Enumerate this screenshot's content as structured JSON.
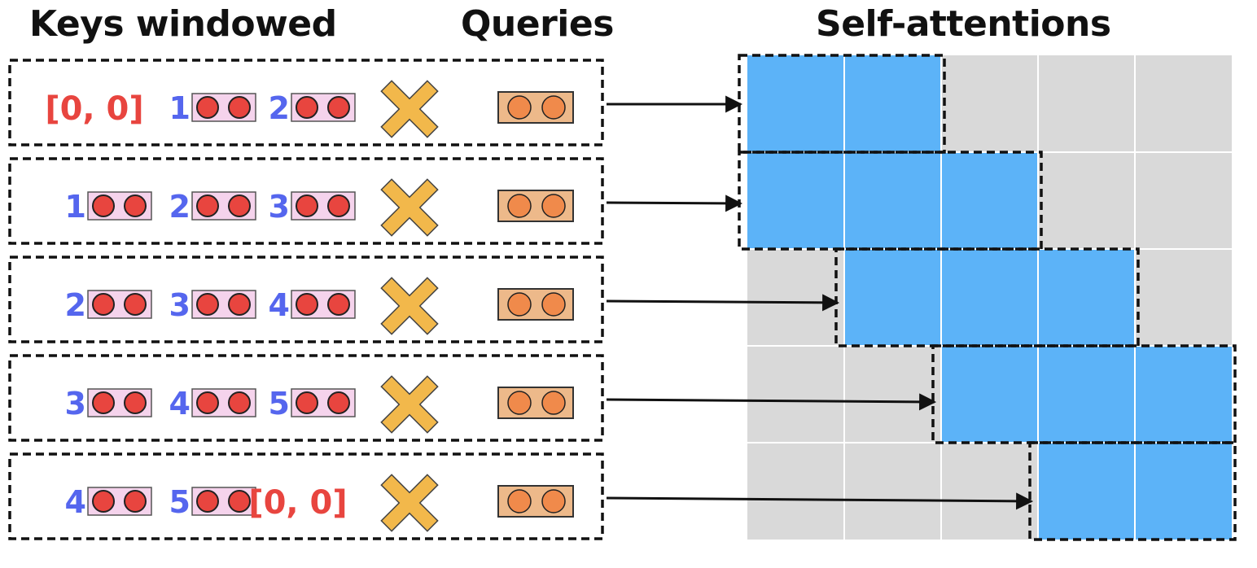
{
  "headings": {
    "keys": "Keys windowed",
    "queries": "Queries",
    "attn": "Self-attentions"
  },
  "rows": [
    {
      "tokens": [
        {
          "kind": "pad",
          "text": "[0, 0]"
        },
        {
          "kind": "key",
          "text": "1"
        },
        {
          "kind": "key",
          "text": "2"
        }
      ],
      "attn_start": 0,
      "attn_len": 2
    },
    {
      "tokens": [
        {
          "kind": "key",
          "text": "1"
        },
        {
          "kind": "key",
          "text": "2"
        },
        {
          "kind": "key",
          "text": "3"
        }
      ],
      "attn_start": 0,
      "attn_len": 3
    },
    {
      "tokens": [
        {
          "kind": "key",
          "text": "2"
        },
        {
          "kind": "key",
          "text": "3"
        },
        {
          "kind": "key",
          "text": "4"
        }
      ],
      "attn_start": 1,
      "attn_len": 3
    },
    {
      "tokens": [
        {
          "kind": "key",
          "text": "3"
        },
        {
          "kind": "key",
          "text": "4"
        },
        {
          "kind": "key",
          "text": "5"
        }
      ],
      "attn_start": 2,
      "attn_len": 3
    },
    {
      "tokens": [
        {
          "kind": "key",
          "text": "4"
        },
        {
          "kind": "key",
          "text": "5"
        },
        {
          "kind": "pad",
          "text": "[0, 0]"
        }
      ],
      "attn_start": 3,
      "attn_len": 2
    }
  ],
  "grid": {
    "rows": 5,
    "cols": 5
  },
  "colors": {
    "blue_label": "#5566ee",
    "pad_label": "#e8453f",
    "key_box_fill": "#f5d3ec",
    "key_dot": "#e8453f",
    "query_box_fill": "#edb98a",
    "query_dot": "#f08a4b",
    "cross": "#f2b84b",
    "attn_fill": "#5cb3f8",
    "grid_bg": "#d9d9d9"
  }
}
